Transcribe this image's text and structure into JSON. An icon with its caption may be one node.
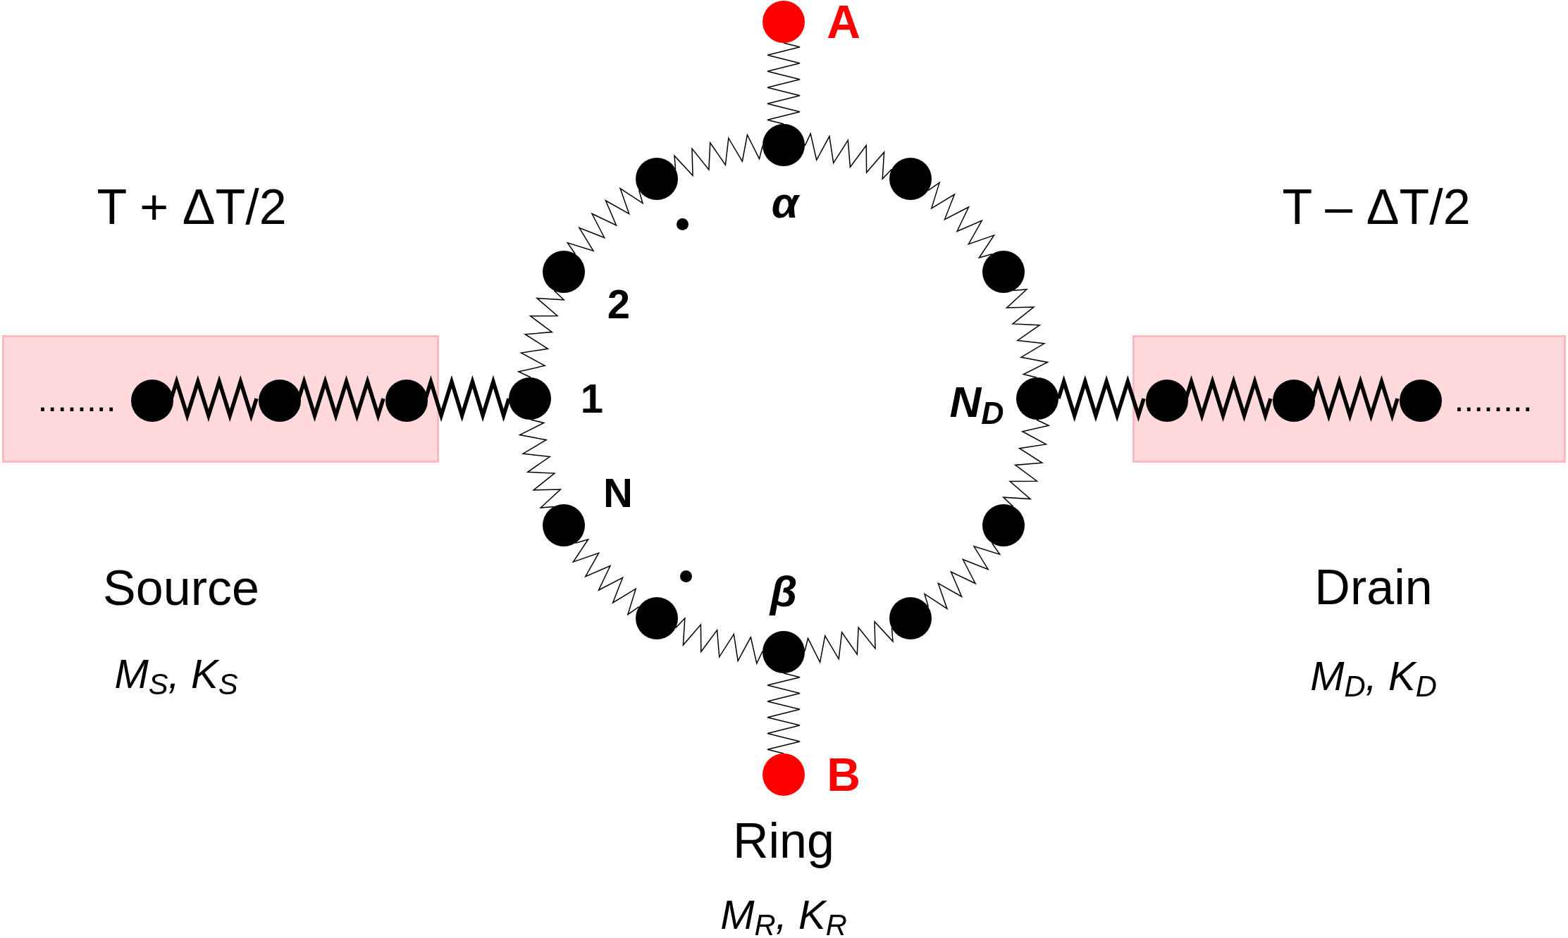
{
  "diagram": {
    "nodes": [
      {
        "text": [
          "........"
        ],
        "beside": [
          "T + ΔT/2",
          "Source",
          "M$_{S}$, K$_{S}$"
        ]
      },
      {
        "text": [],
        "shape": "circle",
        "in": 0
      },
      {
        "text": [],
        "shape": "circle",
        "in": 0
      },
      {
        "text": [],
        "shape": "circle",
        "in": 0
      },
      {
        "text": [],
        "shape": "circle",
        "beside": [
          "1"
        ]
      },
      {
        "text": [],
        "shape": "circle",
        "beside": [
          "2"
        ]
      },
      {
        "text": [],
        "shape": "circle"
      },
      {
        "text": [],
        "shape": "circle",
        "beside": [
          "α"
        ]
      },
      {
        "text": [],
        "shape": "circle"
      },
      {
        "text": [],
        "shape": "circle"
      },
      {
        "text": [],
        "shape": "circle",
        "beside": [
          "N$_{D}$"
        ]
      },
      {
        "text": [],
        "shape": "circle"
      },
      {
        "text": [],
        "shape": "circle"
      },
      {
        "text": [],
        "shape": "circle",
        "beside": [
          "β"
        ]
      },
      {
        "text": [],
        "shape": "circle"
      },
      {
        "text": [],
        "shape": "circle",
        "beside": [
          "N"
        ]
      },
      {
        "text": [
          "........"
        ],
        "beside": [
          "T – ΔT/2",
          "Drain",
          "M$_{D}$, K$_{D}$"
        ]
      },
      {
        "text": [],
        "shape": "circle",
        "in": 16
      },
      {
        "text": [],
        "shape": "circle",
        "in": 16
      },
      {
        "text": [],
        "shape": "circle",
        "in": 16
      },
      {
        "text": [],
        "shape": "circle",
        "beside": [
          "A"
        ]
      },
      {
        "text": [],
        "shape": "circle",
        "beside": [
          "B"
        ]
      }
    ],
    "edges": [
      {
        "from": 1,
        "to": 2,
        "arrow": "none",
        "style": "thick"
      },
      {
        "from": 2,
        "to": 3,
        "arrow": "none",
        "style": "thick"
      },
      {
        "from": 3,
        "to": 4,
        "arrow": "none",
        "style": "thick"
      },
      {
        "from": 4,
        "to": 5,
        "arrow": "none"
      },
      {
        "from": 5,
        "to": 6,
        "arrow": "none"
      },
      {
        "from": 6,
        "to": 7,
        "arrow": "none"
      },
      {
        "from": 7,
        "to": 8,
        "arrow": "none"
      },
      {
        "from": 8,
        "to": 9,
        "arrow": "none"
      },
      {
        "from": 9,
        "to": 10,
        "arrow": "none"
      },
      {
        "from": 10,
        "to": 11,
        "arrow": "none"
      },
      {
        "from": 11,
        "to": 12,
        "arrow": "none"
      },
      {
        "from": 12,
        "to": 13,
        "arrow": "none"
      },
      {
        "from": 13,
        "to": 14,
        "arrow": "none"
      },
      {
        "from": 14,
        "to": 15,
        "arrow": "none"
      },
      {
        "from": 15,
        "to": 4,
        "arrow": "none"
      },
      {
        "from": 20,
        "to": 7,
        "arrow": "none"
      },
      {
        "from": 13,
        "to": 21,
        "arrow": "none"
      },
      {
        "from": 10,
        "to": 17,
        "arrow": "none",
        "style": "thick"
      },
      {
        "from": 17,
        "to": 18,
        "arrow": "none",
        "style": "thick"
      },
      {
        "from": 18,
        "to": 19,
        "arrow": "none",
        "style": "thick"
      }
    ],
    "labels": [
      "Ring",
      "M$_{R}$, K$_{R}$"
    ]
  }
}
